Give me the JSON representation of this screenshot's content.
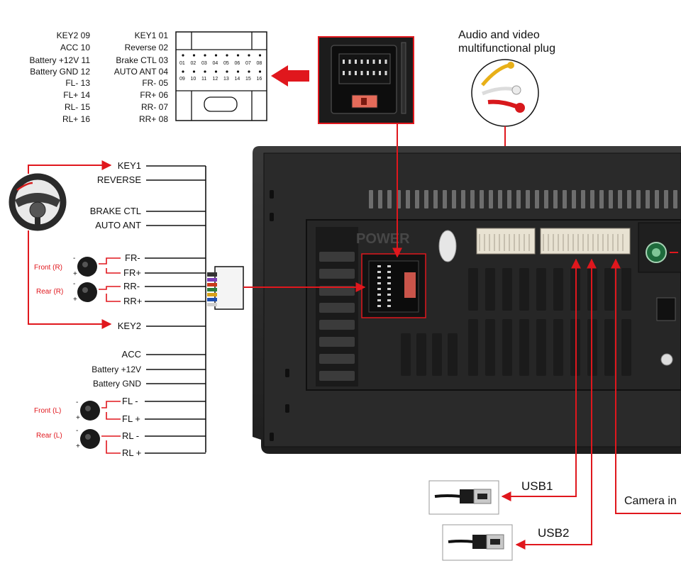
{
  "connector_pinout": {
    "left_column": [
      "KEY2 09",
      "ACC 10",
      "Battery +12V 11",
      "Battery GND 12",
      "FL- 13",
      "FL+ 14",
      "RL- 15",
      "RL+ 16"
    ],
    "right_column": [
      "KEY1 01",
      "Reverse 02",
      "Brake CTL 03",
      "AUTO ANT 04",
      "FR- 05",
      "FR+ 06",
      "RR- 07",
      "RR+ 08"
    ],
    "pins_top": [
      "01",
      "02",
      "03",
      "04",
      "05",
      "06",
      "07",
      "08"
    ],
    "pins_bottom": [
      "09",
      "10",
      "11",
      "12",
      "13",
      "14",
      "15",
      "16"
    ]
  },
  "av_plug": {
    "title_line1": "Audio and video",
    "title_line2": "multifunctional plug"
  },
  "wires": {
    "key1": "KEY1",
    "reverse": "REVERSE",
    "brake": "BRAKE CTL",
    "auto_ant": "AUTO ANT",
    "fr_minus": "FR-",
    "fr_plus": "FR+",
    "rr_minus": "RR-",
    "rr_plus": "RR+",
    "key2": "KEY2",
    "acc": "ACC",
    "battery_12v": "Battery +12V",
    "battery_gnd": "Battery GND",
    "fl_minus": "FL -",
    "fl_plus": "FL +",
    "rl_minus": "RL -",
    "rl_plus": "RL +"
  },
  "speakers": {
    "front_r": "Front (R)",
    "rear_r": "Rear (R)",
    "front_l": "Front (L)",
    "rear_l": "Rear (L)"
  },
  "unit": {
    "power_label": "POWER"
  },
  "usb": {
    "usb1": "USB1",
    "usb2": "USB2",
    "camera": "Camera in"
  },
  "colors": {
    "accent": "#e0171d",
    "unit_body": "#2b2b2b"
  }
}
